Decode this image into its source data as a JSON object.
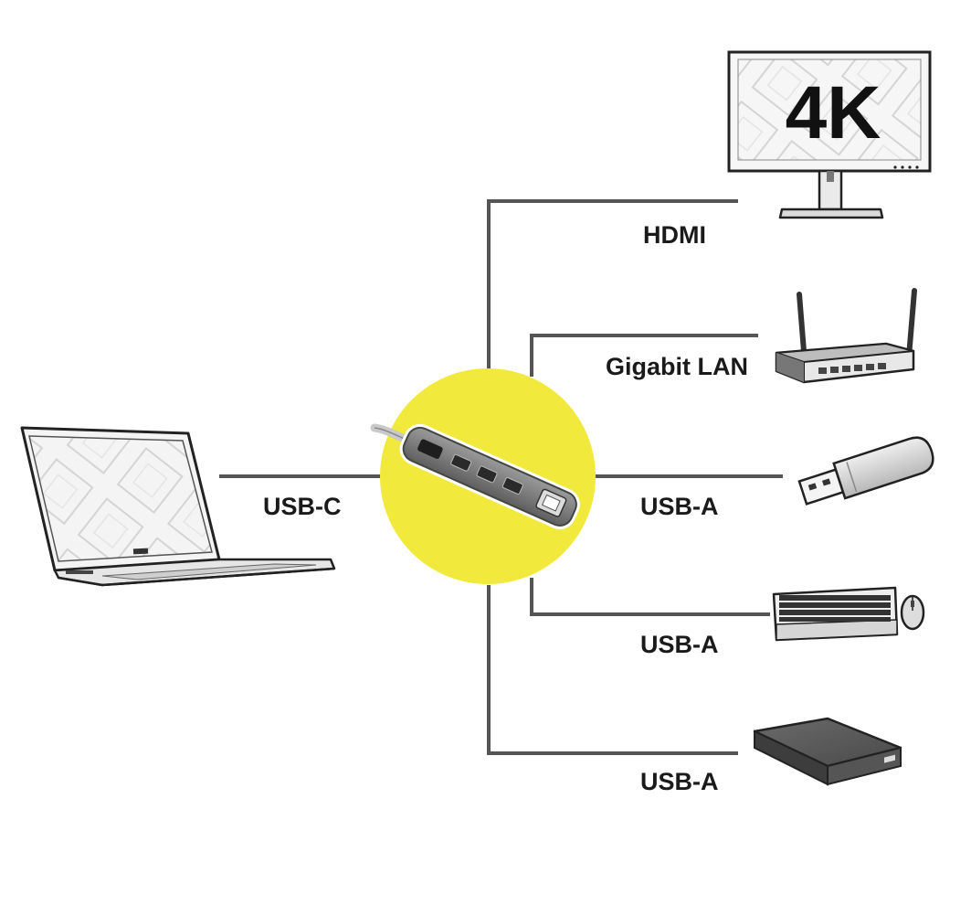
{
  "diagram": {
    "accent_color": "#f1ea3c",
    "line_color": "#555555",
    "laptop": {
      "icon": "laptop-icon",
      "port_label": "USB-C"
    },
    "hub": {
      "icon": "usb-c-hub-icon"
    },
    "monitor": {
      "icon": "monitor-icon",
      "screen_text": "4K",
      "port_label": "HDMI"
    },
    "router": {
      "icon": "router-icon",
      "port_label": "Gigabit LAN"
    },
    "flash_drive": {
      "icon": "usb-flash-drive-icon",
      "port_label": "USB-A"
    },
    "keyboard_mouse": {
      "icon": "keyboard-mouse-icon",
      "port_label": "USB-A"
    },
    "external_drive": {
      "icon": "external-hard-drive-icon",
      "port_label": "USB-A"
    }
  }
}
